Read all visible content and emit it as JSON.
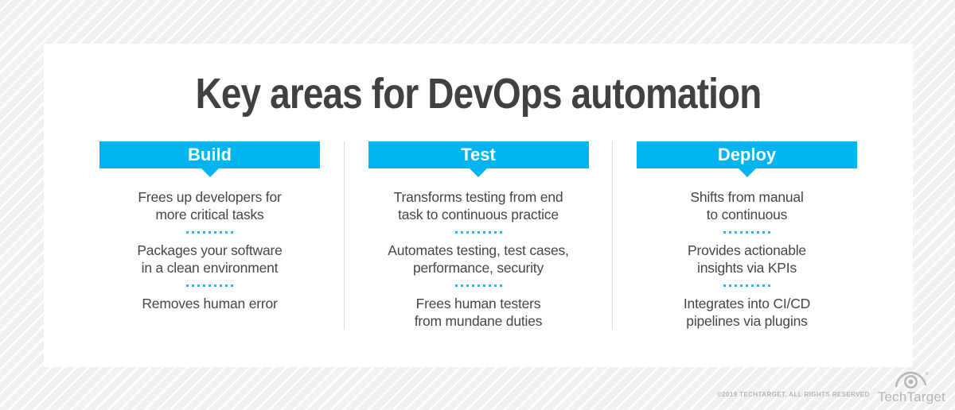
{
  "title": "Key areas for DevOps automation",
  "columns": [
    {
      "header": "Build",
      "items": [
        {
          "lines": [
            "Frees up developers for",
            "more critical tasks"
          ]
        },
        {
          "lines": [
            "Packages your software",
            "in a clean environment"
          ]
        },
        {
          "lines": [
            "Removes human error"
          ]
        }
      ]
    },
    {
      "header": "Test",
      "items": [
        {
          "lines": [
            "Transforms testing from end",
            "task to continuous practice"
          ]
        },
        {
          "lines": [
            "Automates testing, test cases,",
            "performance, security"
          ]
        },
        {
          "lines": [
            "Frees human testers",
            "from mundane duties"
          ]
        }
      ]
    },
    {
      "header": "Deploy",
      "items": [
        {
          "lines": [
            "Shifts from manual",
            "to continuous"
          ]
        },
        {
          "lines": [
            "Provides actionable",
            "insights via KPIs"
          ]
        },
        {
          "lines": [
            "Integrates into CI/CD",
            "pipelines via plugins"
          ]
        }
      ]
    }
  ],
  "footer": {
    "copyright": "©2019 TECHTARGET. ALL RIGHTS RESERVED",
    "logo_text": "TechTarget"
  },
  "colors": {
    "accent_cyan": "#00b4ef",
    "title_text": "#414042",
    "body_text": "#464646",
    "divider": "#dadada",
    "footer_gray": "#b5b5b5",
    "card_bg": "#ffffff",
    "page_bg": "#f1f1f1"
  }
}
